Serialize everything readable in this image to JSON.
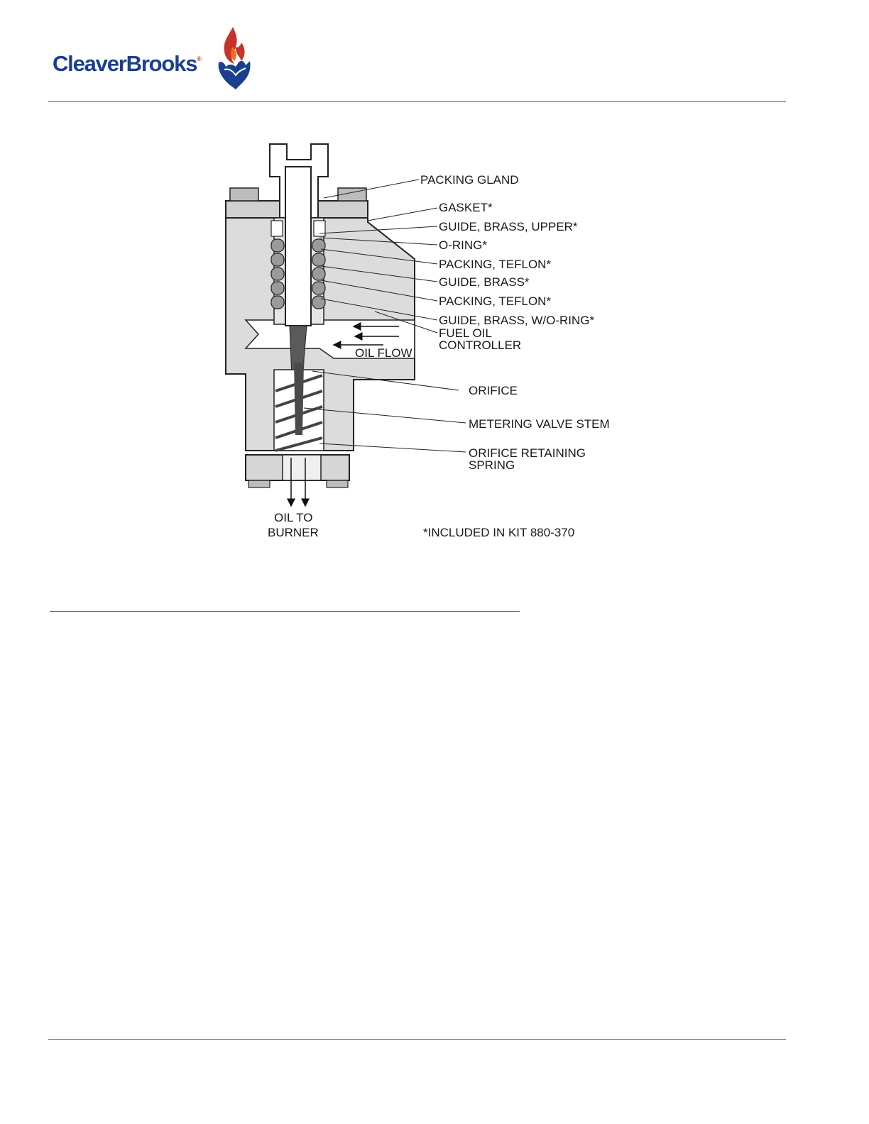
{
  "header": {
    "logo_text": "CleaverBrooks",
    "logo_registered": "®"
  },
  "diagram": {
    "labels": {
      "packing_gland": "PACKING GLAND",
      "gasket": "GASKET*",
      "guide_brass_upper": "GUIDE, BRASS, UPPER*",
      "o_ring": "O-RING*",
      "packing_teflon_1": "PACKING, TEFLON*",
      "guide_brass": "GUIDE, BRASS*",
      "packing_teflon_2": "PACKING, TEFLON*",
      "guide_brass_wo_ring": "GUIDE, BRASS, W/O-RING*",
      "fuel_oil_controller_1": "FUEL OIL",
      "fuel_oil_controller_2": "CONTROLLER",
      "oil_flow": "OIL FLOW",
      "orifice": "ORIFICE",
      "metering_valve_stem": "METERING VALVE STEM",
      "orifice_retaining_spring_1": "ORIFICE RETAINING",
      "orifice_retaining_spring_2": "SPRING",
      "oil_to_burner_1": "OIL TO",
      "oil_to_burner_2": "BURNER",
      "kit_note": "*INCLUDED IN KIT 880-370"
    }
  }
}
